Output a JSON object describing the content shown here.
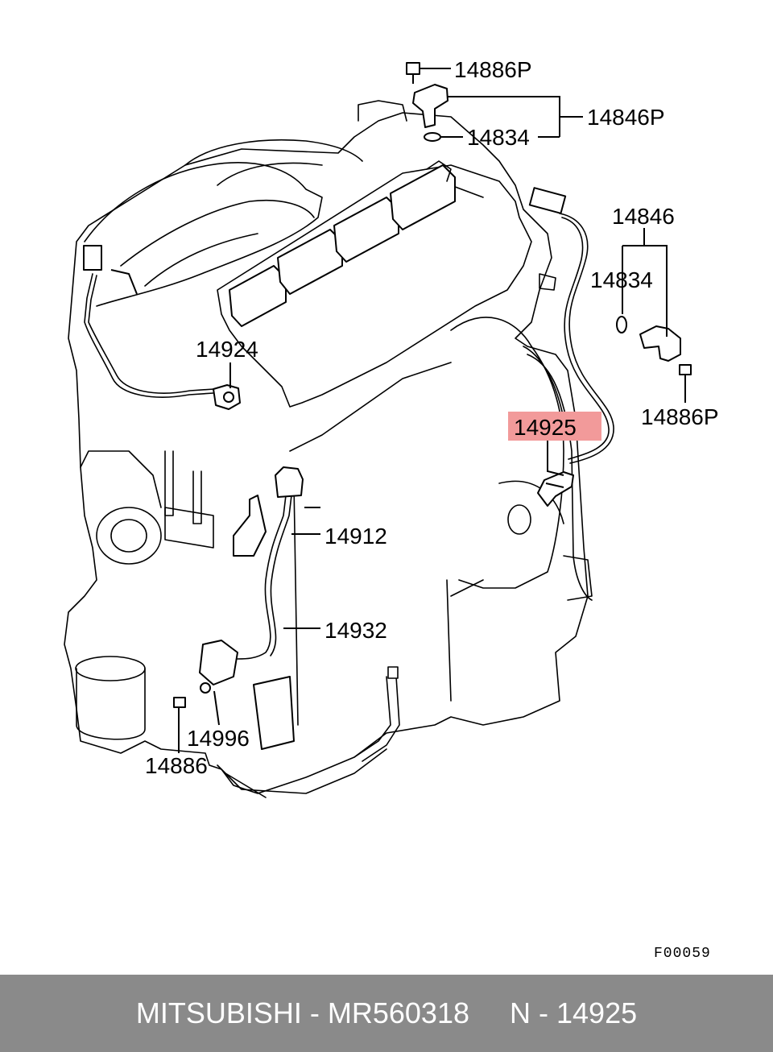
{
  "labels": {
    "l1": "14886P",
    "l2": "14846P",
    "l3": "14834",
    "l4": "14846",
    "l5": "14834",
    "l6": "14886P",
    "l7": "14924",
    "l8": "14925",
    "l9": "14912",
    "l10": "14932",
    "l11": "14996",
    "l12": "14886"
  },
  "figure_code": "F00059",
  "highlight_color": "#f29a9a",
  "footer": {
    "text": "MITSUBISHI - MR560318     N - 14925"
  }
}
